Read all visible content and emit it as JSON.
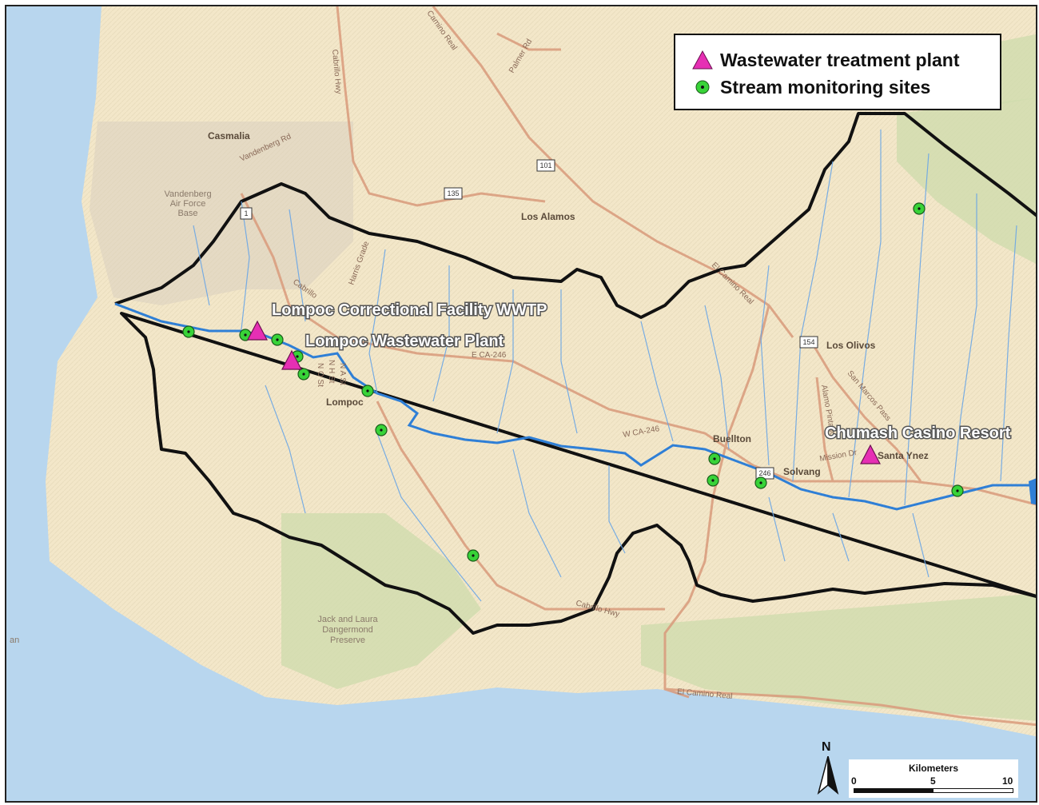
{
  "legend": {
    "items": [
      {
        "label": "Wastewater treatment plant",
        "symbol": "triangle-icon"
      },
      {
        "label": "Stream monitoring sites",
        "symbol": "dot-icon"
      }
    ]
  },
  "facilities": {
    "lompoc_correctional": "Lompoc Correctional Facility WWTP",
    "lompoc_wastewater": "Lompoc Wastewater Plant",
    "chumash": "Chumash Casino Resort"
  },
  "places": {
    "casmalia": "Casmalia",
    "vandenberg_1": "Vandenberg",
    "vandenberg_2": "Air Force",
    "vandenberg_3": "Base",
    "los_alamos": "Los Alamos",
    "los_olivos": "Los Olivos",
    "buellton": "Buellton",
    "solvang": "Solvang",
    "santa_ynez": "Santa Ynez",
    "lompoc": "Lompoc",
    "jack_laura_1": "Jack and Laura",
    "jack_laura_2": "Dangermond",
    "jack_laura_3": "Preserve",
    "ocean_fragment": "an"
  },
  "roads": {
    "vandenberg_rd": "Vandenberg Rd",
    "cabrillo_hwy_n": "Cabrillo Hwy",
    "camino_real_n": "Camino Real",
    "palmer_rd": "Palmer Rd",
    "e_ca_246": "E CA-246",
    "w_ca_246": "W CA-246",
    "el_camino_real_mid": "El Camino Real",
    "san_marcos": "San Marcos Pass",
    "mission_dr": "Mission Dr",
    "cabrillo_hwy_s": "Cabrillo Hwy",
    "el_camino_real_s": "El Camino Real",
    "harris_grade": "Harris Grade",
    "alamo_pintado": "Alamo Pintado",
    "cabrillo_blvd": "Cabrillo",
    "n_o_st": "N O St",
    "n_h_st": "N H St",
    "n_a_st": "N A St"
  },
  "shields": {
    "r1": "1",
    "r101": "101",
    "r135": "135",
    "r154": "154",
    "r246": "246"
  },
  "scale": {
    "title": "Kilometers",
    "ticks": [
      "0",
      "5",
      "10"
    ]
  },
  "north_label": "N",
  "colors": {
    "watershed_boundary": "#111111",
    "river": "#2f7fd6",
    "triangle": "#e62fb4",
    "monitoring_dot": "#38d338",
    "ocean": "#b8d6ee",
    "land": "#f3e7c9",
    "forest": "#cfdcae",
    "road": "#d99a7b"
  }
}
